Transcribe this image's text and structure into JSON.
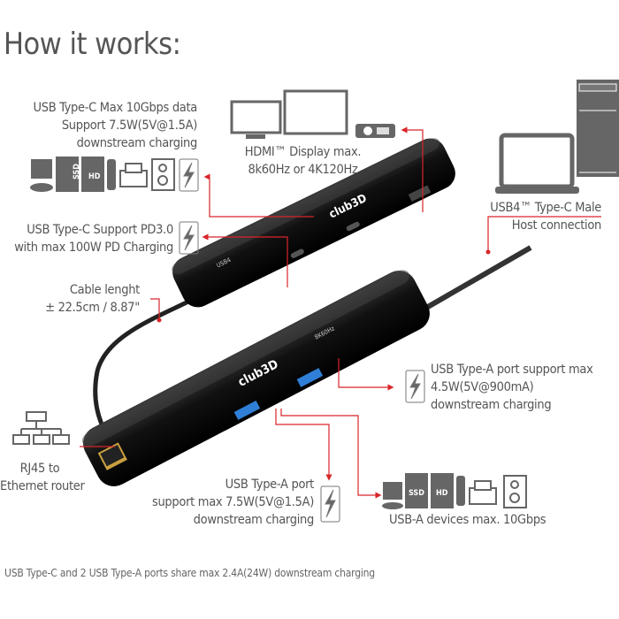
{
  "title": "How it works:",
  "callouts": {
    "usb_c_data": [
      "USB Type-C Max 10Gbps data",
      "Support 7.5W(5V@1.5A)",
      "downstream charging"
    ],
    "usb_c_pd": [
      "USB Type-C Support PD3.0",
      "with max 100W PD Charging"
    ],
    "cable": [
      "Cable lenght",
      "± 22.5cm / 8.87\""
    ],
    "hdmi": [
      "HDMI™ Display max.",
      "8k60Hz or 4K120Hz"
    ],
    "usb4": [
      "USB4™ Type-C Male",
      "Host connection"
    ],
    "usb_a_right": [
      "USB Type-A port support max",
      "4.5W(5V@900mA)",
      "downstream charging"
    ],
    "rj45": [
      "RJ45 to",
      "Ethernet router"
    ],
    "usb_a_left": [
      "USB Type-A port",
      "support max 7.5W(5V@1.5A)",
      "downstream charging"
    ],
    "usb_a_devices": "USB-A devices max. 10Gbps"
  },
  "device_labels": {
    "ssd": "SSD",
    "hd": "HD",
    "brand": "club3D",
    "hdmi_port": "8K60Hz",
    "usb4": "USB4"
  },
  "footer": "USB Type-C and 2 USB Type-A ports share max 2.4A(24W) downstream charging",
  "colors": {
    "accent": "#d9252a",
    "text": "#555555",
    "icon": "#6b6b6b",
    "hub": "#1a1a1a",
    "usb_a_port": "#2f7fd6"
  }
}
